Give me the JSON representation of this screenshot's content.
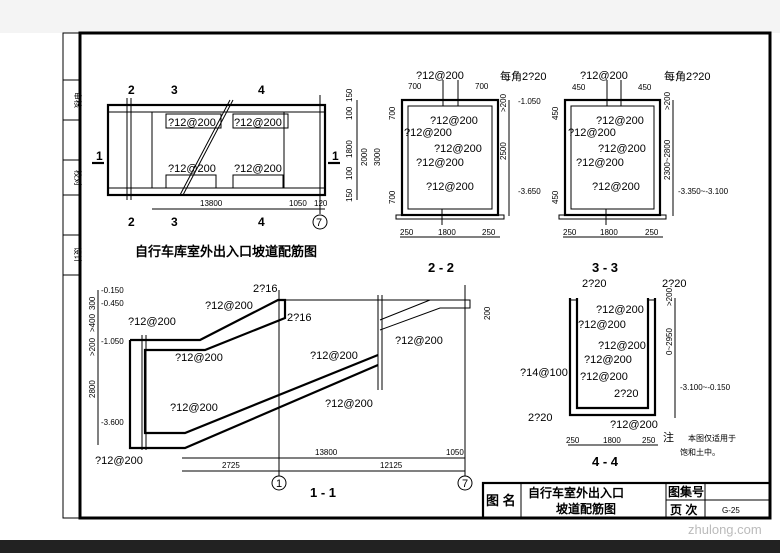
{
  "sidebar": {
    "labels": [
      "审核",
      "校对",
      "设计"
    ]
  },
  "plan": {
    "rebar": [
      "?12@200",
      "?12@200",
      "?12@200",
      "?12@200"
    ],
    "section_marks": [
      "2",
      "3",
      "4",
      "2",
      "3",
      "4",
      "1",
      "1"
    ],
    "dims": [
      "13800",
      "1050",
      "120"
    ],
    "vdims": [
      "150",
      "100",
      "1800",
      "100",
      "150",
      "2000",
      "3000"
    ],
    "axis": "7",
    "title": "自行车库室外出入口坡道配筋图"
  },
  "sec22": {
    "rebar": [
      "?12@200",
      "?12@200",
      "?12@200",
      "?12@200",
      "?12@200",
      "?12@200"
    ],
    "corner": "每角2?20",
    "dims": [
      "700",
      "700",
      "700",
      "700",
      "250",
      "1800",
      "250"
    ],
    "levels": [
      "-1.050",
      "-3.650"
    ],
    "vdims": [
      ">200",
      "2500"
    ],
    "title": "2 - 2"
  },
  "sec33": {
    "rebar": [
      "?12@200",
      "?12@200",
      "?12@200",
      "?12@200",
      "?12@200",
      "?12@200"
    ],
    "corner": "每角2?20",
    "dims": [
      "450",
      "450",
      "450",
      "450",
      "250",
      "1800",
      "250"
    ],
    "levels": [
      "-3.350~-3.100"
    ],
    "vdims": [
      ">200",
      "2300~2800"
    ],
    "title": "3 - 3"
  },
  "sec44": {
    "bars": [
      "2?20",
      "2?20",
      "2?20",
      "2?20"
    ],
    "rebar": [
      "?12@200",
      "?12@200",
      "?12@200",
      "?12@200",
      "?12@200",
      "?12@200"
    ],
    "stirrup": "?14@100",
    "dims": [
      "250",
      "1800",
      "250"
    ],
    "levels": [
      "-3.100~-0.150"
    ],
    "vdims": [
      ">200",
      "0~2950"
    ],
    "title": "4 - 4"
  },
  "sec11": {
    "levels": [
      "-0.150",
      "-0.450",
      "-1.050",
      "-3.600"
    ],
    "vdims": [
      "300",
      ">400",
      ">200",
      "2800",
      "200"
    ],
    "bars": [
      "2?16",
      "2?16"
    ],
    "rebar": [
      "?12@200",
      "?12@200",
      "?12@200",
      "?12@200",
      "?12@200",
      "?12@200",
      "?12@200",
      "?12@200"
    ],
    "dims": [
      "13800",
      "1050",
      "2725",
      "12125"
    ],
    "axes": [
      "1",
      "7"
    ],
    "title": "1 - 1"
  },
  "note": {
    "label": "注",
    "line1": "本图仅适用于",
    "line2": "饱和土中。"
  },
  "titleblock": {
    "name_label": "图 名",
    "title_line1": "自行车室外出入口",
    "title_line2": "坡道配筋图",
    "atlas_label": "图集号",
    "atlas_value": "",
    "page_label": "页 次",
    "page_value": "G-25"
  },
  "watermark": "zhulong.com"
}
